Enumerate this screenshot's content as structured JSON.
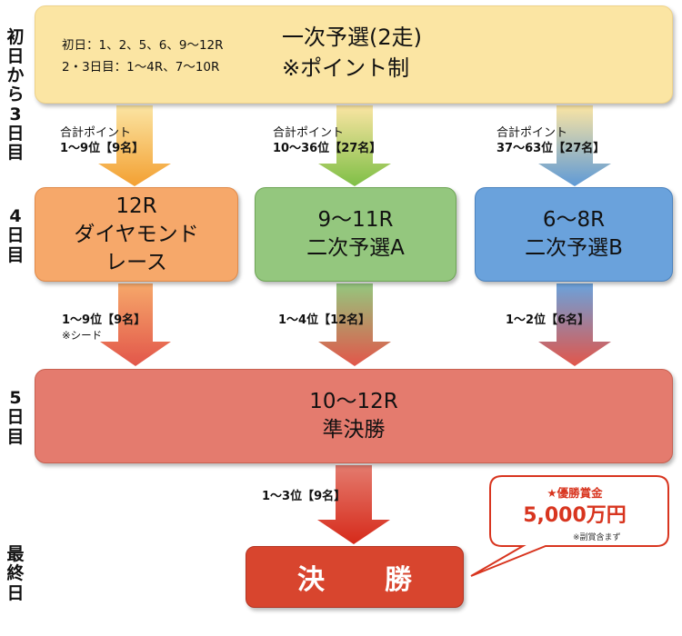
{
  "days": {
    "d1": [
      "初",
      "日",
      "か",
      "ら",
      "3",
      "日",
      "目"
    ],
    "d4": [
      "4",
      "日",
      "目"
    ],
    "d5": [
      "5",
      "日",
      "目"
    ],
    "final": [
      "最",
      "終",
      "日"
    ]
  },
  "top": {
    "schedule_line1": "初日：1、2、5、6、9〜12R",
    "schedule_line2": "2・3日目：1〜4R、7〜10R",
    "title_line1": "一次予選(2走)",
    "title_line2": "※ポイント制"
  },
  "arrows_stage1": [
    {
      "line1": "合計ポイント",
      "line2_prefix": "1〜9位",
      "line2_bracket": "【9名】"
    },
    {
      "line1": "合計ポイント",
      "line2_prefix": "10〜36位",
      "line2_bracket": "【27名】"
    },
    {
      "line1": "合計ポイント",
      "line2_prefix": "37〜63位",
      "line2_bracket": "【27名】"
    }
  ],
  "day4": {
    "diamond": [
      "12R",
      "ダイヤモンド",
      "レース"
    ],
    "a": [
      "9〜11R",
      "二次予選A"
    ],
    "b": [
      "6〜8R",
      "二次予選B"
    ]
  },
  "arrows_stage2": [
    {
      "prefix": "1〜9位",
      "bracket": "【9名】",
      "note": "※シード"
    },
    {
      "prefix": "1〜4位",
      "bracket": "【12名】"
    },
    {
      "prefix": "1〜2位",
      "bracket": "【6名】"
    }
  ],
  "semi": [
    "10〜12R",
    "準決勝"
  ],
  "arrow_final": {
    "prefix": "1〜3位",
    "bracket": "【9名】"
  },
  "final": {
    "label": "決　勝"
  },
  "prize": {
    "title": "★優勝賞金",
    "amount": "5,000万円",
    "note": "※副賞含まず"
  },
  "colors": {
    "top": "#fbe5a3",
    "diamond": "#f6a86a",
    "a": "#94c77e",
    "b": "#6aa2dc",
    "semi": "#e47b6e",
    "final": "#d8452e",
    "prize_text": "#d8351f"
  }
}
